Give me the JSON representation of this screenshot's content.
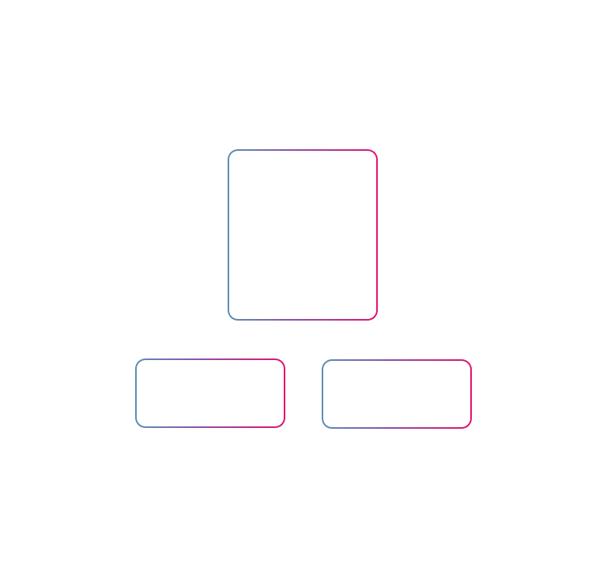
{
  "canvas": {
    "background_color": "#ffffff"
  },
  "frames": [
    {
      "id": "top-frame",
      "gradient_start": "#5b8fb4",
      "gradient_end": "#e0126e"
    },
    {
      "id": "bottom-left-frame",
      "gradient_start": "#5b8fb4",
      "gradient_end": "#e0126e"
    },
    {
      "id": "bottom-right-frame",
      "gradient_start": "#5b8fb4",
      "gradient_end": "#e0126e"
    }
  ]
}
